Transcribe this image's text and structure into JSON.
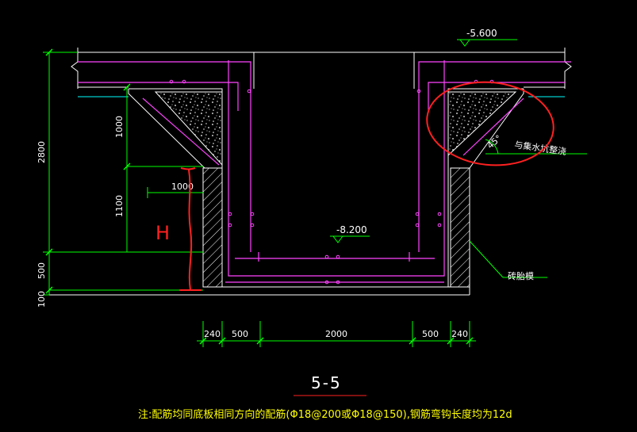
{
  "section_title": "5-5",
  "elevations": {
    "top": "-5.600",
    "bottom": "-8.200"
  },
  "vertical_dims": {
    "total": "2800",
    "haunch": "1000",
    "mid": "1100",
    "lower": "500",
    "base": "100"
  },
  "horizontal_dims": {
    "left_wall": "240",
    "left_gap": "500",
    "center": "2000",
    "right_gap": "500",
    "right_wall": "240"
  },
  "inner_dim": "1000",
  "annotations": {
    "angle": "45°",
    "connection": "与集水坑整浇",
    "brick_mould": "砖胎模",
    "handwritten_h": "H"
  },
  "note": "注:配筋均同底板相同方向的配筋(Φ18@200或Φ18@150),钢筋弯钩长度均为12d",
  "colors": {
    "background": "#000000",
    "outline": "#ffffff",
    "dimension": "#00ff00",
    "rebar": "#ff44ff",
    "slab_line": "#00ffff",
    "markup": "#ff2020",
    "note": "#ffff00"
  }
}
